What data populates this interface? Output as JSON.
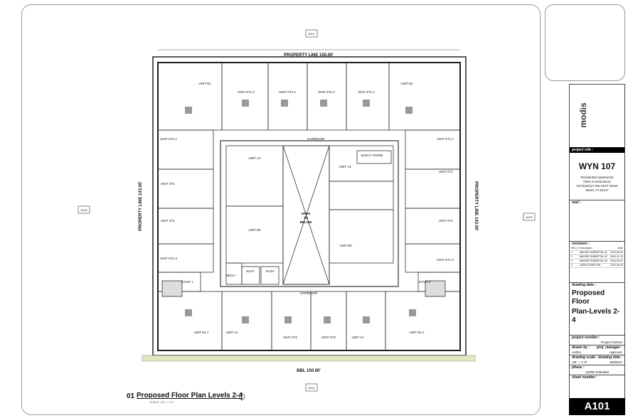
{
  "project_info": {
    "header": "project info :",
    "name": "WYN 107",
    "desc1": "Residential Apartments",
    "desc2": "(New Construction)",
    "addr1": "107/115/127 NW 31ST Street",
    "addr2": "Miami, Fl 33127"
  },
  "seal": {
    "header": "seal :"
  },
  "revisions": {
    "header": "revisions :",
    "cols": [
      "Rev. #",
      "Description",
      "Date"
    ],
    "rows": [
      [
        "1",
        "WAIVER SUBMITTAL #1",
        "2023-06-23"
      ],
      [
        "2",
        "WAIVER SUBMITTAL #2",
        "2024-01-12"
      ],
      [
        "3",
        "WAIVER SUBMITTAL #3",
        "2024-05-01"
      ],
      [
        "4",
        "UDRB SUBMITTAL",
        "2024-06-05"
      ]
    ]
  },
  "drawing_data": {
    "header": "drawing data :",
    "title1": "Proposed Floor",
    "title2": "Plan-Levels 2-4"
  },
  "project_number": {
    "header": "project number :",
    "value": "Project #22010"
  },
  "drawn_by": {
    "label": "drawn by :",
    "value": "Author"
  },
  "proj_manager": {
    "label": "proj. manager :",
    "value": "Approver"
  },
  "drawing_scale": {
    "label": "drawing scale :",
    "value": "1/8\" = 1'-0\""
  },
  "drawing_date": {
    "label": "drawing date :",
    "value": "06/05/24"
  },
  "phase": {
    "label": "phase :",
    "value": "UDRB Submittal"
  },
  "sheet_number": {
    "label": "sheet number :",
    "value": "A101"
  },
  "plan": {
    "num": "01",
    "title": "Proposed Floor Plan Levels 2-4",
    "scale": "SCALE: 1/8\" = 1'-0\"",
    "property_top": "PROPERTY LINE 150.00'",
    "property_bottom": "BBL 150.00'",
    "property_left": "PROPERTY LINE 143.00'",
    "property_right": "PROPERTY LINE 143.00'",
    "open_below_1": "OPEN",
    "open_below_2": "TO",
    "open_below_3": "BELOW",
    "corridor": "CORRIDOR",
    "elect_room": "ELECT. ROOM",
    "mech": "MECH",
    "elev": "ELEV",
    "stair1": "STAIR 1",
    "stair2": "STAIR 2",
    "units_top": [
      "UNIT B1",
      "UNIT ST1.2",
      "UNIT ST1.2",
      "UNIT ST1.2",
      "UNIT ST1.2",
      "UNIT B1"
    ],
    "units_left": [
      "UNIT ST1.1",
      "UNIT ST1",
      "UNIT ST1",
      "UNIT ST1.3"
    ],
    "units_right": [
      "UNIT ST1.1",
      "UNIT ST1",
      "UNIT ST1",
      "UNIT ST1.3"
    ],
    "units_inner": [
      "UNIT A2",
      "UNIT B2",
      "UNIT A3",
      "UNIT B3"
    ],
    "units_bottom": [
      "UNIT B1.1",
      "UNIT A1",
      "UNIT ST2",
      "UNIT ST2",
      "UNIT A1",
      "UNIT B1.1"
    ],
    "section_tags": [
      "A201",
      "A202",
      "A201",
      "A202"
    ]
  }
}
